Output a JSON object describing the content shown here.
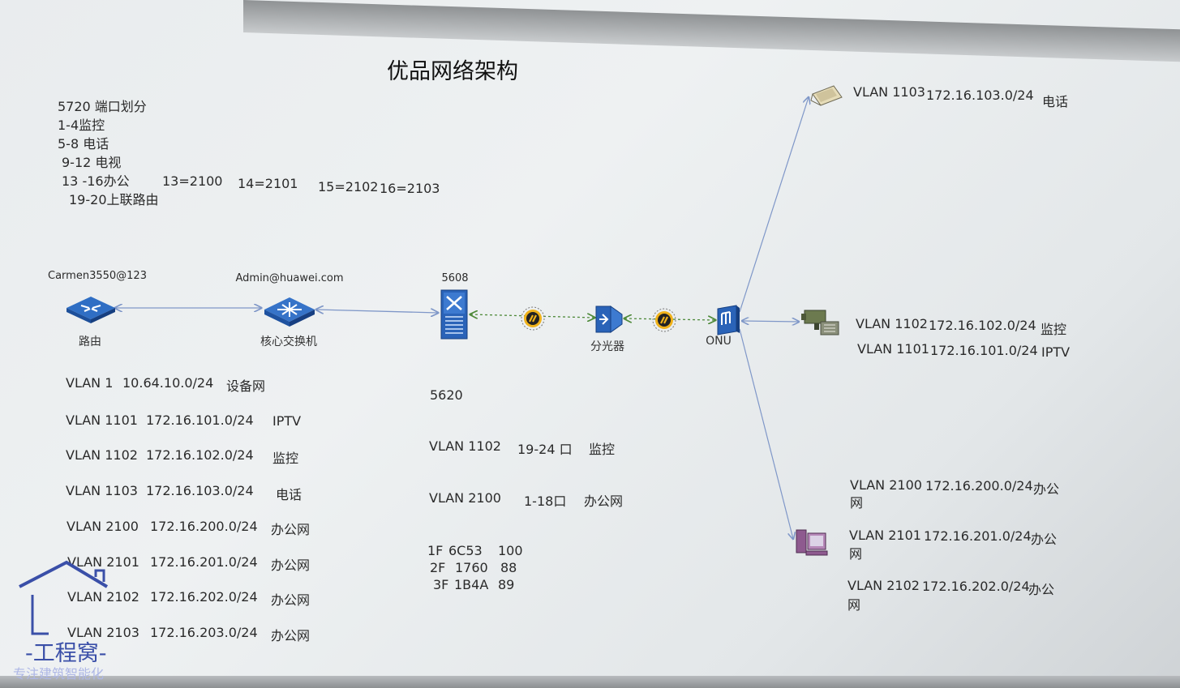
{
  "title": "优品网络架构",
  "port_plan": {
    "lines": [
      "5720    端口划分",
      "1-4监控",
      "5-8 电话",
      "9-12 电视",
      "13  -16办公",
      "19-20上联路由"
    ],
    "mapping": [
      "13=2100",
      "14=2101",
      "15=2102",
      "16=2103"
    ]
  },
  "nodes": {
    "router": {
      "credential": "Carmen3550@123",
      "label": "路由",
      "icon": "router-icon"
    },
    "core_switch": {
      "credential": "Admin@huawei.com",
      "label": "核心交换机",
      "icon": "switch-icon"
    },
    "olt": {
      "top_label": "5608",
      "icon": "olt-icon"
    },
    "splitter": {
      "label": "分光器",
      "icon": "splitter-icon"
    },
    "onu": {
      "label": "ONU",
      "icon": "onu-icon"
    },
    "phone": {
      "icon": "phone-icon"
    },
    "camera": {
      "icon": "camera-icon"
    },
    "pc": {
      "icon": "pc-icon"
    }
  },
  "vlan_table": [
    {
      "vlan": "VLAN 1",
      "subnet": "10.64.10.0/24",
      "name": "设备网"
    },
    {
      "vlan": "VLAN 1101",
      "subnet": "172.16.101.0/24",
      "name": "IPTV"
    },
    {
      "vlan": "VLAN 1102",
      "subnet": "172.16.102.0/24",
      "name": "监控"
    },
    {
      "vlan": "VLAN 1103",
      "subnet": "172.16.103.0/24",
      "name": "电话"
    },
    {
      "vlan": "VLAN 2100",
      "subnet": "172.16.200.0/24",
      "name": "办公网"
    },
    {
      "vlan": "VLAN 2101",
      "subnet": "172.16.201.0/24",
      "name": "办公网"
    },
    {
      "vlan": "VLAN 2102",
      "subnet": "172.16.202.0/24",
      "name": "办公网"
    },
    {
      "vlan": "VLAN 2103",
      "subnet": "172.16.203.0/24",
      "name": "办公网"
    }
  ],
  "switch_5620": {
    "title": "5620",
    "rows": [
      {
        "vlan": "VLAN 1102",
        "ports": "19-24 口",
        "name": "监控"
      },
      {
        "vlan": "VLAN 2100",
        "ports": "1-18口",
        "name": "办公网"
      }
    ],
    "floors": [
      {
        "floor": "1F",
        "mac": "6C53",
        "num": "100"
      },
      {
        "floor": "2F",
        "mac": "1760",
        "num": "88"
      },
      {
        "floor": "3F",
        "mac": "1B4A",
        "num": "89"
      }
    ]
  },
  "endpoints": {
    "phone_vlans": [
      {
        "vlan": "VLAN 1103",
        "subnet": "172.16.103.0/24",
        "name": "电话"
      }
    ],
    "camera_vlans": [
      {
        "vlan": "VLAN 1102",
        "subnet": "172.16.102.0/24",
        "name": "监控"
      },
      {
        "vlan": "VLAN 1101",
        "subnet": "172.16.101.0/24",
        "name": "IPTV"
      }
    ],
    "pc_vlans": [
      {
        "vlan": "VLAN 2100",
        "subnet": "172.16.200.0/24",
        "name": "办公",
        "name2": "网"
      },
      {
        "vlan": "VLAN 2101",
        "subnet": "172.16.201.0/24",
        "name": "办公",
        "name2": "网"
      },
      {
        "vlan": "VLAN 2102",
        "subnet": "172.16.202.0/24",
        "name": "办公",
        "name2": "网"
      }
    ]
  },
  "watermark": {
    "line1": "-工程窝-",
    "line2": "专注建筑智能化"
  },
  "colors": {
    "link": "#7f97c8",
    "fiber": "#4f8a3a",
    "icon_blue": "#2a63b8",
    "watermark": "#3a4fa8"
  }
}
